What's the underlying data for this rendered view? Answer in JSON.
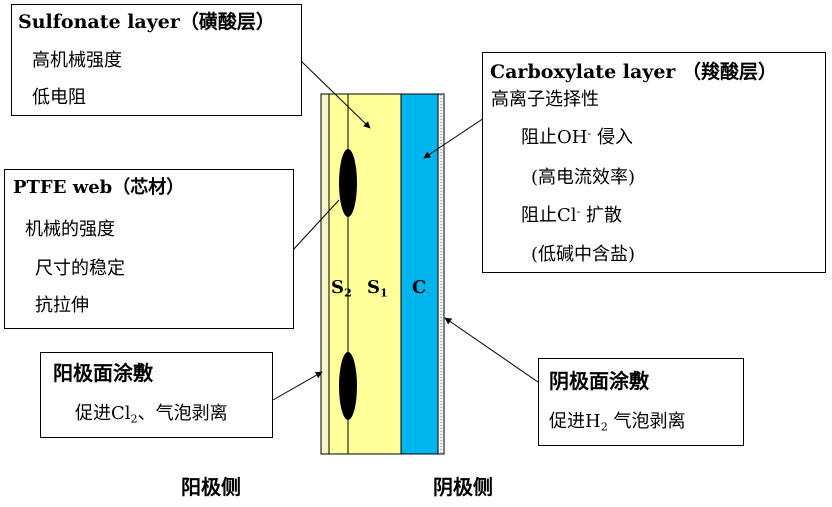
{
  "colors": {
    "sulfonate_layer": "#ffff99",
    "carboxylate_layer": "#00b4ee",
    "anode_coating": "#f6f6c8",
    "cathode_coating": "#f2f2f2",
    "ptfe_web": "#000000"
  },
  "membrane": {
    "label_s2_main": "S",
    "label_s2_sub": "2",
    "label_s1_main": "S",
    "label_s1_sub": "1",
    "label_c": "C"
  },
  "sulfonate": {
    "title": "Sulfonate layer（磺酸层）",
    "line1": "高机械强度",
    "line2": "低电阻"
  },
  "ptfe": {
    "title": "PTFE web（芯材）",
    "line1": "机械的强度",
    "line2": "尺寸的稳定",
    "line3": "抗拉伸"
  },
  "anode_coating": {
    "title": "阳极面涂敷",
    "text_pre": "促进Cl",
    "text_sub": "2",
    "text_post": "、气泡剥离"
  },
  "carboxylate": {
    "title": "Carboxylate layer （羧酸层）",
    "line1": "高离子选择性",
    "line2_pre": "阻止OH",
    "line2_sup": "-",
    "line2_post": " 侵入",
    "line3": "(高电流效率)",
    "line4_pre": "阻止Cl",
    "line4_sup": "-",
    "line4_post": " 扩散",
    "line5": "(低碱中含盐)"
  },
  "cathode_coating": {
    "title": "阴极面涂敷",
    "text_pre": "促进H",
    "text_sub": "2",
    "text_post": " 气泡剥离"
  },
  "sides": {
    "anode": "阳极侧",
    "cathode": "阴极侧"
  }
}
